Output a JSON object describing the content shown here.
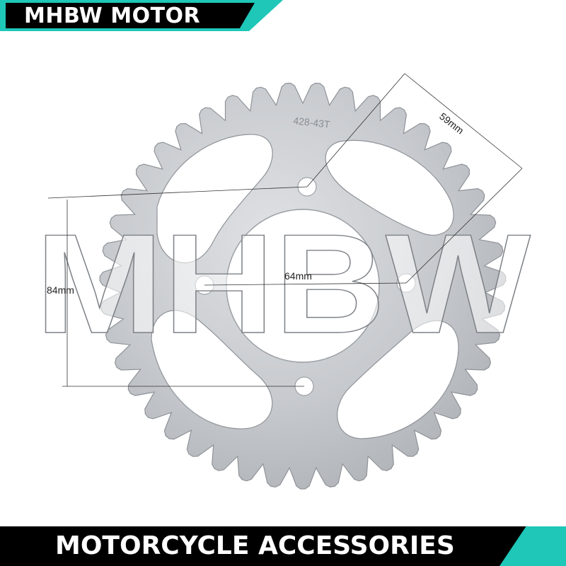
{
  "header": {
    "brand": "MHBW MOTOR"
  },
  "footer": {
    "category": "MOTORCYCLE ACCESSORIES"
  },
  "product": {
    "watermark": "MHBW",
    "stamp": "428-43T",
    "dimensions": {
      "hole_spacing": "84mm",
      "bore": "64mm",
      "diagonal": "59mm"
    }
  },
  "colors": {
    "accent": "#1ec7b8",
    "banner": "#000000",
    "steel": "#c9ccd0"
  },
  "icons": {
    "part": "sprocket"
  }
}
